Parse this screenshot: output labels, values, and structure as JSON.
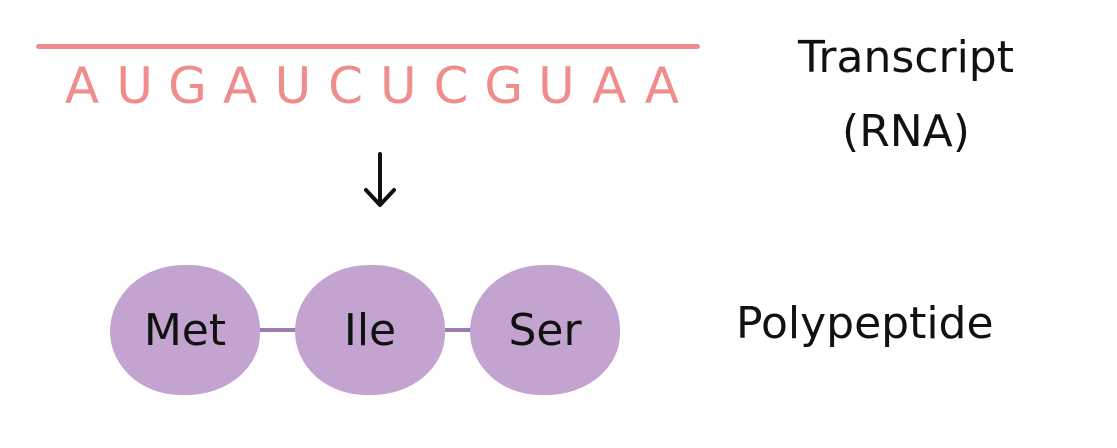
{
  "transcript": {
    "sequence": [
      "A",
      "U",
      "G",
      "A",
      "U",
      "C",
      "U",
      "C",
      "G",
      "U",
      "A",
      "A"
    ],
    "label_line1": "Transcript",
    "label_line2": "(RNA)"
  },
  "polypeptide": {
    "amino_acids": [
      "Met",
      "Ile",
      "Ser"
    ],
    "label": "Polypeptide"
  },
  "colors": {
    "rna": "#f08c8c",
    "amino_acid_fill": "#c3a3cf",
    "text": "#111111"
  },
  "icons": {
    "arrow": "down-arrow-icon"
  }
}
